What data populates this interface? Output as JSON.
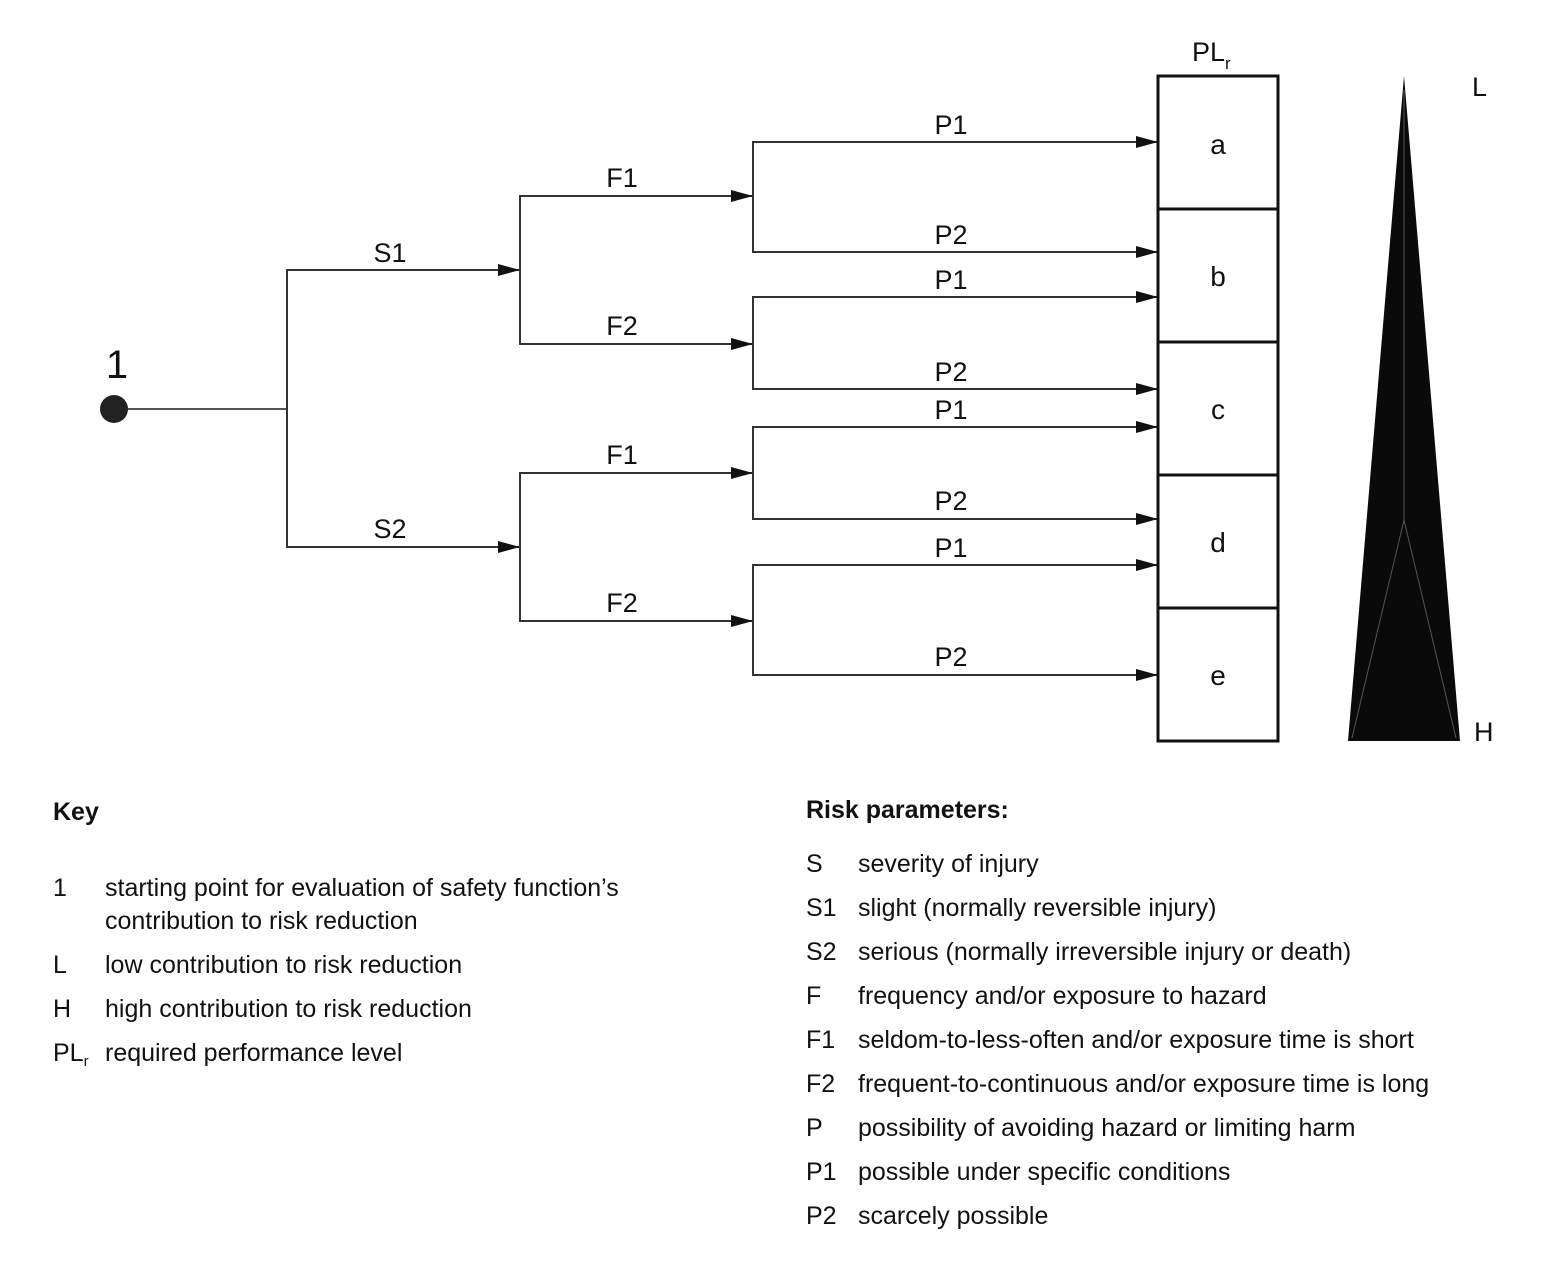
{
  "diagram": {
    "start_label": "1",
    "severity": {
      "s1": "S1",
      "s2": "S2"
    },
    "frequency": {
      "s1_f1": "F1",
      "s1_f2": "F2",
      "s2_f1": "F1",
      "s2_f2": "F2"
    },
    "possibility": [
      "P1",
      "P2",
      "P1",
      "P2",
      "P1",
      "P2",
      "P1",
      "P2"
    ],
    "plr_header": {
      "main": "PL",
      "sub": "r"
    },
    "levels": [
      "a",
      "b",
      "c",
      "d",
      "e"
    ],
    "scale_low": "L",
    "scale_high": "H"
  },
  "key": {
    "heading": "Key",
    "items": [
      {
        "code": "1",
        "text": "starting point for evaluation of safety function’s contribution to risk reduction"
      },
      {
        "code": "L",
        "text": "low contribution to risk reduction"
      },
      {
        "code": "H",
        "text": "high contribution to risk reduction"
      },
      {
        "code": "PL",
        "code_sub": "r",
        "text": "required performance level"
      }
    ]
  },
  "risk_parameters": {
    "heading": "Risk parameters:",
    "items": [
      {
        "code": "S",
        "text": "severity of injury"
      },
      {
        "code": "S1",
        "text": "slight (normally reversible injury)"
      },
      {
        "code": "S2",
        "text": "serious (normally irreversible injury or death)"
      },
      {
        "code": "F",
        "text": "frequency and/or exposure to hazard"
      },
      {
        "code": "F1",
        "text": "seldom-to-less-often and/or exposure time is short"
      },
      {
        "code": "F2",
        "text": "frequent-to-continuous and/or exposure time is long"
      },
      {
        "code": "P",
        "text": "possibility of avoiding hazard or limiting harm"
      },
      {
        "code": "P1",
        "text": "possible under specific conditions"
      },
      {
        "code": "P2",
        "text": "scarcely possible"
      }
    ]
  },
  "colors": {
    "line": "#333333",
    "fill": "#0a0a0a"
  }
}
